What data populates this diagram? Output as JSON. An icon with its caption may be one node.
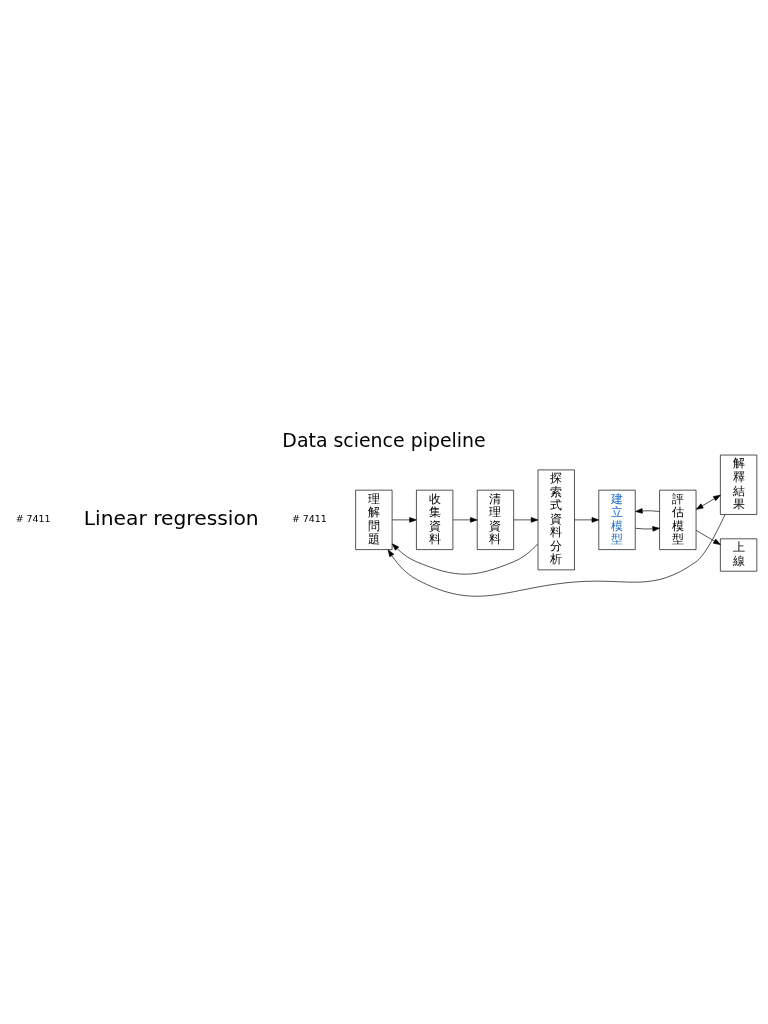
{
  "diagram": {
    "title": "Data science pipeline",
    "nodes": [
      {
        "text": [
          "理解問題"
        ]
      },
      {
        "text": [
          "收集資料"
        ]
      },
      {
        "text": [
          "清理資料"
        ]
      },
      {
        "text": [
          "探索式資料分析"
        ]
      },
      {
        "text": [
          "建立模型"
        ]
      },
      {
        "text": [
          "評估模型"
        ]
      },
      {
        "text": [
          "解釋結果"
        ]
      },
      {
        "text": [
          "上線"
        ]
      }
    ],
    "edges": [
      {
        "from": 0,
        "to": 1,
        "arrow": "to"
      },
      {
        "from": 1,
        "to": 2,
        "arrow": "to"
      },
      {
        "from": 2,
        "to": 3,
        "arrow": "to"
      },
      {
        "from": 3,
        "to": 4,
        "arrow": "to"
      },
      {
        "from": 4,
        "to": 5,
        "arrow": "to"
      },
      {
        "from": 5,
        "to": 4,
        "arrow": "to"
      },
      {
        "from": 5,
        "to": 6,
        "arrow": "both"
      },
      {
        "from": 5,
        "to": 7,
        "arrow": "to"
      },
      {
        "from": 6,
        "to": 0,
        "arrow": "to"
      },
      {
        "from": 3,
        "to": 0,
        "arrow": "to"
      }
    ],
    "labels": [
      "# 7411",
      "Linear regression",
      "# 7411"
    ]
  }
}
